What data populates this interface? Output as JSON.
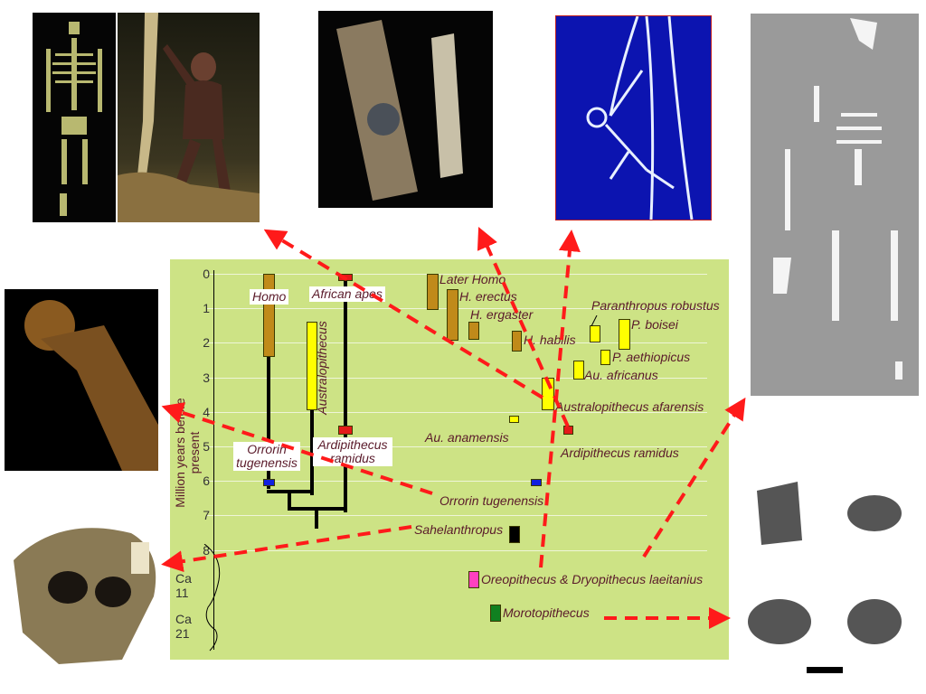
{
  "axis": {
    "title": "Million years before present",
    "ticks": [
      "0",
      "1",
      "2",
      "3",
      "4",
      "5",
      "6",
      "7",
      "8"
    ],
    "extra_ticks": [
      "Ca 11",
      "Ca 21"
    ]
  },
  "colors": {
    "background": "#cde385",
    "homo": "#c08a1a",
    "australopith": "#ffff00",
    "ape": "#e41a1a",
    "orrorin": "#1020e0",
    "sahelanthropus": "#000000",
    "oreopithecus": "#ff40c0",
    "morotopithecus": "#108020",
    "arrow": "#ff1a1a"
  },
  "tree_labels": {
    "homo": "Homo",
    "african_apes": "African apes",
    "australopithecus": "Australopithecus",
    "orrorin": "Orrorin tugenensis",
    "ardipithecus": "Ardipithecus ramidus"
  },
  "taxa": [
    {
      "name": "Later Homo",
      "from": 0,
      "to": 1.05,
      "group": "homo"
    },
    {
      "name": "H. erectus",
      "from": 0.45,
      "to": 1.95,
      "group": "homo"
    },
    {
      "name": "H. ergaster",
      "from": 1.4,
      "to": 1.9,
      "group": "homo"
    },
    {
      "name": "H. habilis",
      "from": 1.65,
      "to": 2.25,
      "group": "homo"
    },
    {
      "name": "Paranthropus robustus",
      "from": 1.5,
      "to": 2.0,
      "group": "australopith"
    },
    {
      "name": "P. boisei",
      "from": 1.3,
      "to": 2.2,
      "group": "australopith"
    },
    {
      "name": "P. aethiopicus",
      "from": 2.2,
      "to": 2.65,
      "group": "australopith"
    },
    {
      "name": "Au. africanus",
      "from": 2.5,
      "to": 3.05,
      "group": "australopith"
    },
    {
      "name": "Australopithecus afarensis",
      "from": 3.0,
      "to": 3.95,
      "group": "australopith"
    },
    {
      "name": "Au. anamensis",
      "from": 4.1,
      "to": 4.3,
      "group": "australopith"
    },
    {
      "name": "Ardipithecus ramidus",
      "from": 4.4,
      "to": 4.65,
      "group": "ape"
    },
    {
      "name": "Orrorin tugenensis",
      "from": 5.95,
      "to": 6.15,
      "group": "orrorin"
    },
    {
      "name": "Sahelanthropus",
      "from": 7.3,
      "to": 7.8,
      "group": "sahelanthropus"
    },
    {
      "name": "Oreopithecus & Dryopithecus laeitanius",
      "from": "Ca 11",
      "group": "oreopithecus"
    },
    {
      "name": "Morotopithecus",
      "from": "Ca 21",
      "group": "morotopithecus"
    }
  ],
  "tree_bars": [
    {
      "name": "Homo",
      "from": 0,
      "to": 2.4,
      "group": "homo"
    },
    {
      "name": "Australopithecus",
      "from": 1.4,
      "to": 3.95,
      "group": "australopith"
    },
    {
      "name": "African apes",
      "from": 0,
      "to": 0.2,
      "group": "ape"
    },
    {
      "name": "Ardipithecus ramidus",
      "from": 4.4,
      "to": 4.65,
      "group": "ape"
    },
    {
      "name": "Orrorin tugenensis",
      "from": 5.95,
      "to": 6.15,
      "group": "orrorin"
    }
  ]
}
